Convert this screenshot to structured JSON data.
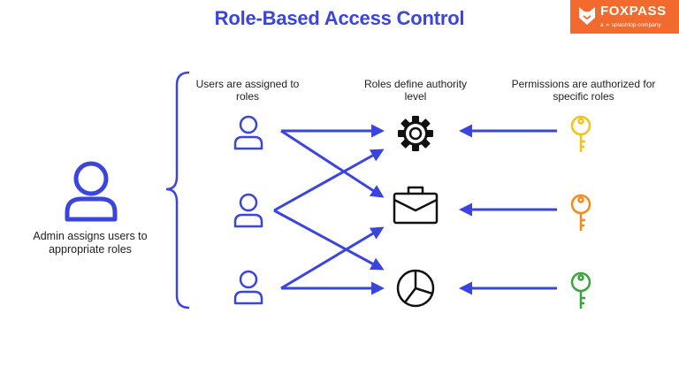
{
  "title": "Role-Based Access Control",
  "logo": {
    "wordmark": "FOXPASS",
    "tagline": "a ≁ splashtop company"
  },
  "labels": {
    "users": "Users are assigned to roles",
    "roles": "Roles define authority level",
    "permissions": "Permissions are authorized for specific roles",
    "admin": "Admin assigns users to appropriate roles"
  },
  "colors": {
    "accent": "#3a45e0",
    "brand": "#f26a2e",
    "key_yellow": "#f2c31b",
    "key_orange": "#f28a1e",
    "key_green": "#3aa33a"
  },
  "roles": [
    {
      "icon": "gear-icon"
    },
    {
      "icon": "briefcase-icon"
    },
    {
      "icon": "pie-chart-icon"
    }
  ],
  "keys": [
    {
      "color": "#f2c31b"
    },
    {
      "color": "#f28a1e"
    },
    {
      "color": "#3aa33a"
    }
  ]
}
